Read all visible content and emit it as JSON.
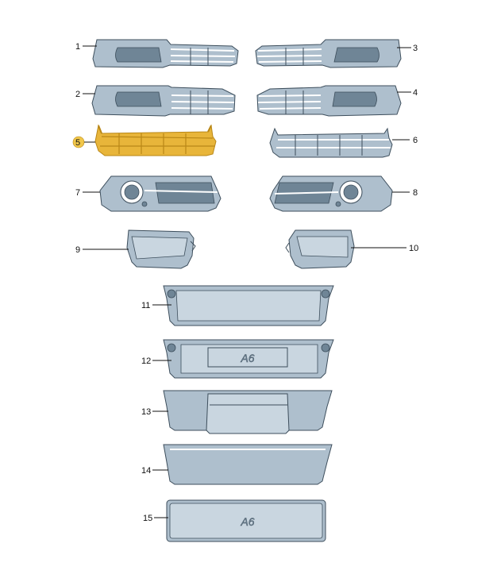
{
  "palette": {
    "part_fill": "#aebfcd",
    "part_light": "#c9d6e0",
    "part_dark": "#6f8596",
    "outline": "#3d4e5c",
    "chrome": "#ffffff",
    "highlight_fill": "#e8b53a",
    "highlight_dark": "#b98717",
    "badge": "#f1c74a"
  },
  "parts": [
    {
      "number": "1",
      "name": "upper-grille-insert-left"
    },
    {
      "number": "2",
      "name": "lower-grille-insert-left"
    },
    {
      "number": "3",
      "name": "upper-grille-insert-right"
    },
    {
      "number": "4",
      "name": "lower-grille-insert-right"
    },
    {
      "number": "5",
      "name": "fog-lamp-grille-left",
      "highlighted": true
    },
    {
      "number": "6",
      "name": "fog-lamp-grille-right"
    },
    {
      "number": "7",
      "name": "fog-lamp-cover-left"
    },
    {
      "number": "8",
      "name": "fog-lamp-cover-right"
    },
    {
      "number": "9",
      "name": "air-duct-left"
    },
    {
      "number": "10",
      "name": "air-duct-right"
    },
    {
      "number": "11",
      "name": "license-plate-holder-a"
    },
    {
      "number": "12",
      "name": "license-plate-holder-b"
    },
    {
      "number": "13",
      "name": "license-plate-holder-c"
    },
    {
      "number": "14",
      "name": "license-plate-holder-d"
    },
    {
      "number": "15",
      "name": "badge-panel"
    }
  ],
  "emblems": [
    {
      "text": "A6"
    },
    {
      "text": "A6"
    }
  ]
}
